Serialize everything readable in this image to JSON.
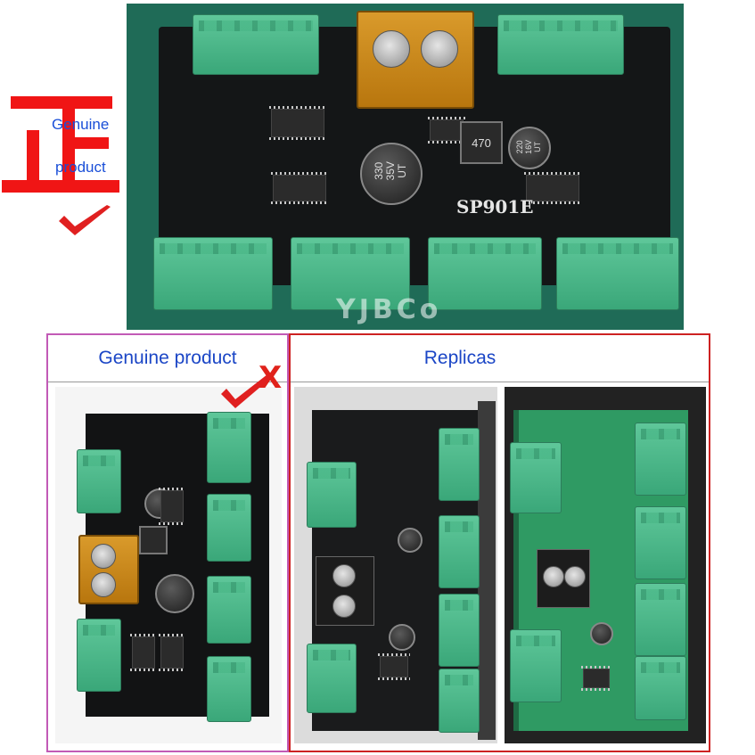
{
  "top": {
    "zheng_char": "正",
    "label_genuine": "Genuine",
    "label_product": "product",
    "board_model": "SP901E",
    "cap_large": "330\n35V\nUT",
    "cap_small": "220\n16V\nUT",
    "inductor": "470",
    "watermark": "YJBCo"
  },
  "panels": {
    "genuine_header": "Genuine product",
    "replicas_header": "Replicas",
    "x_mark": "X"
  },
  "colors": {
    "blue_text": "#1b46c6",
    "red_mark": "#e0221b",
    "genuine_border": "#c25ab6",
    "replica_border": "#cd2222"
  },
  "icons": [
    "check-icon",
    "x-icon"
  ]
}
